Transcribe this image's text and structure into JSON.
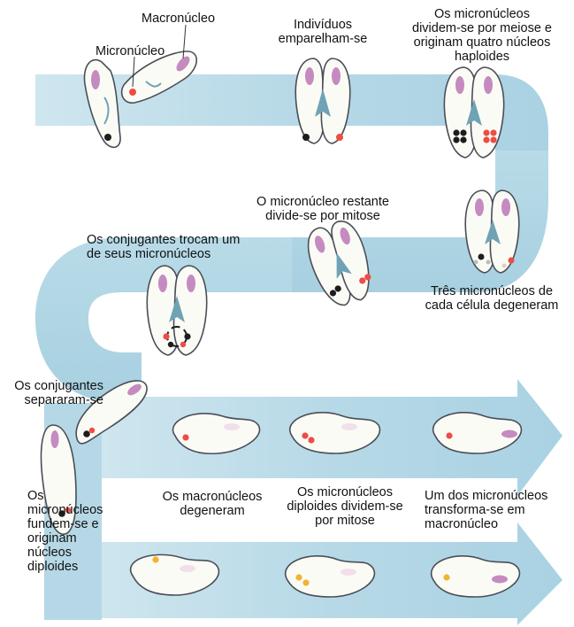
{
  "colors": {
    "band": "#b9dbe8",
    "cell_fill": "#fbfbf6",
    "cell_stroke": "#4a4e57",
    "macronucleus": "#c58bc0",
    "micronucleus_red": "#ee4d43",
    "micronucleus_dark": "#1d1d1d",
    "micronucleus_yellow": "#f0b42e",
    "oral_groove": "#6fa2b4"
  },
  "labels": {
    "macronucleo": "Macronúcleo",
    "micronucleo": "Micronúcleo",
    "pair": "Indivíduos\nemparelham-se",
    "meiosis": "Os micronúcleos\ndividem-se por meiose e\noriginam quatro núcleos\nhaploides",
    "mitosis": "O micronúcleo restante\ndivide-se por mitose",
    "exchange": "Os conjugantes trocam um\nde seus micronúcleos",
    "degenerate3": "Três micronúcleos de\ncada célula degeneram",
    "separate": "Os conjugantes\nsepararam-se",
    "fuse": "Os\nmicronúcleos\nfundem-se e\noriginam\nnúcleos\ndiploides",
    "macro_degenerate": "Os macronúcleos\ndegeneram",
    "diploid_mitosis": "Os micronúcleos\ndiploides dividem-se\npor mitose",
    "transform": "Um dos micronúcleos\ntransforma-se em\nmacronúcleo"
  }
}
